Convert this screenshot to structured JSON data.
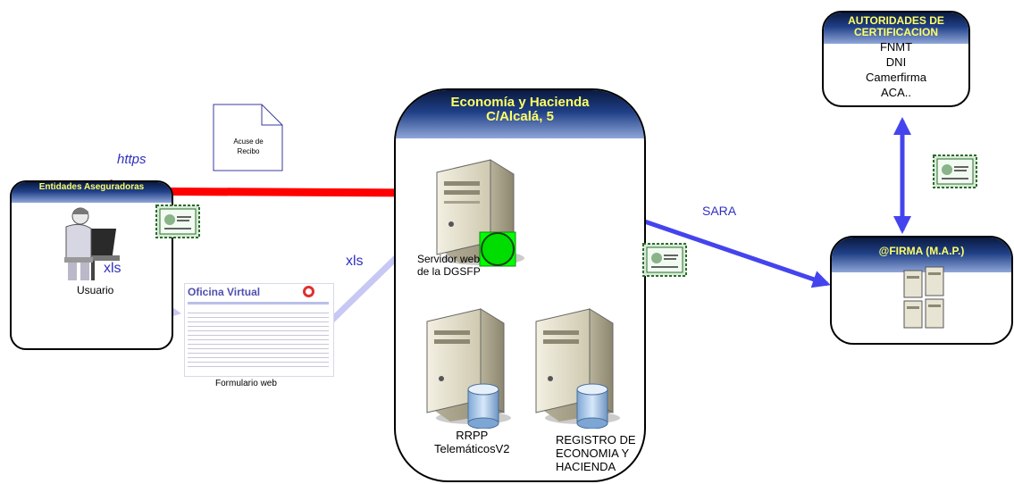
{
  "nodes": {
    "entidades": {
      "title": "Entidades Aseguradoras",
      "user_label": "Usuario"
    },
    "economia": {
      "title_line1": "Economía y Hacienda",
      "title_line2": "C/Alcalá, 5",
      "server_label_line1": "Servidor web",
      "server_label_line2": "de la DGSFP",
      "rrpp_line1": "RRPP",
      "rrpp_line2": "TelemáticosV2",
      "registro_line1": "REGISTRO DE",
      "registro_line2": "ECONOMIA Y",
      "registro_line3": "HACIENDA"
    },
    "autoridades": {
      "title_line1": "AUTORIDADES DE",
      "title_line2": "CERTIFICACION",
      "items": [
        "FNMT",
        "DNI",
        "Camerfirma",
        "ACA.."
      ]
    },
    "firma": {
      "title": "@FIRMA (M.A.P.)"
    }
  },
  "document": {
    "line1": "Acuse de",
    "line2": "Recibo"
  },
  "form": {
    "label": "Formulario web",
    "title": "Oficina Virtual"
  },
  "edge_labels": {
    "https": "https",
    "xls_left": "xls",
    "xls_mid": "xls",
    "sara": "SARA"
  },
  "colors": {
    "header_text": "#ffff66",
    "arrow_red": "#ff0000",
    "arrow_blue": "#4444ee",
    "arrow_light": "#c8c8f4"
  },
  "icons": [
    "user-at-computer-icon",
    "server-icon",
    "database-server-icon",
    "certificate-icon",
    "document-icon",
    "server-rack-icon"
  ]
}
